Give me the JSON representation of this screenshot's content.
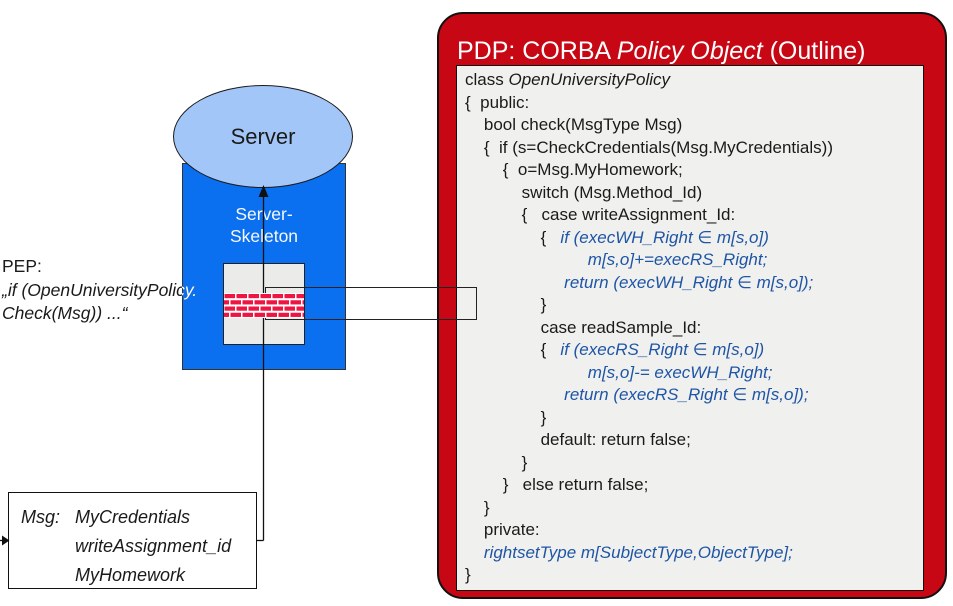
{
  "diagram": {
    "server": {
      "label": "Server",
      "skeleton_line1": "Server-",
      "skeleton_line2": "Skeleton"
    },
    "pep": {
      "label": "PEP:",
      "line2": "„if (OpenUniversityPolicy.",
      "line3": "Check(Msg)) ...“"
    },
    "msg": {
      "label": "Msg:",
      "items": [
        "MyCredentials",
        "writeAssignment_id",
        "MyHomework"
      ]
    },
    "icons": {
      "firewall": "brick-wall-icon",
      "up_arrow": "arrow-up-icon",
      "in_arrow": "arrow-right-icon"
    }
  },
  "pdp": {
    "title_pre": "PDP: CORBA ",
    "title_italic": "Policy Object",
    "title_post": " (Outline)",
    "code_lines": [
      [
        {
          "s": "p",
          "t": "class "
        },
        {
          "s": "i",
          "t": "OpenUniversityPolicy"
        }
      ],
      [
        {
          "s": "p",
          "t": "{  public:"
        }
      ],
      [
        {
          "s": "p",
          "t": "    bool check(MsgType Msg)"
        }
      ],
      [
        {
          "s": "p",
          "t": "    {  if (s=CheckCredentials(Msg.MyCredentials))"
        }
      ],
      [
        {
          "s": "p",
          "t": "        {  o=Msg.MyHomework;"
        }
      ],
      [
        {
          "s": "p",
          "t": "            switch (Msg.Method_Id)"
        }
      ],
      [
        {
          "s": "p",
          "t": "            {   case writeAssignment_Id:"
        }
      ],
      [
        {
          "s": "p",
          "t": "                {   "
        },
        {
          "s": "b",
          "t": "if (execWH_Right ∈ m[s,o])"
        }
      ],
      [
        {
          "s": "b",
          "t": "                          m[s,o]+=execRS_Right;"
        }
      ],
      [
        {
          "s": "b",
          "t": "                     return (execWH_Right ∈ m[s,o]);"
        }
      ],
      [
        {
          "s": "p",
          "t": "                }"
        }
      ],
      [
        {
          "s": "p",
          "t": "                case readSample_Id:"
        }
      ],
      [
        {
          "s": "p",
          "t": "                {   "
        },
        {
          "s": "b",
          "t": "if (execRS_Right ∈ m[s,o])"
        }
      ],
      [
        {
          "s": "b",
          "t": "                          m[s,o]-= execWH_Right;"
        }
      ],
      [
        {
          "s": "b",
          "t": "                     return (execRS_Right ∈ m[s,o]);"
        }
      ],
      [
        {
          "s": "p",
          "t": "                }"
        }
      ],
      [
        {
          "s": "p",
          "t": "                default: return false;"
        }
      ],
      [
        {
          "s": "p",
          "t": "            }"
        }
      ],
      [
        {
          "s": "p",
          "t": "        }   else return false;"
        }
      ],
      [
        {
          "s": "p",
          "t": "    }"
        }
      ],
      [
        {
          "s": "p",
          "t": "    private:"
        }
      ],
      [
        {
          "s": "b",
          "t": "    rightsetType m[SubjectType,ObjectType];"
        }
      ],
      [
        {
          "s": "p",
          "t": "}"
        }
      ]
    ]
  },
  "colors": {
    "blue": "#0a70f0",
    "ellipse": "#a3c6f8",
    "red": "#c70714",
    "codeblue": "#1e55a5",
    "brick": "#ee1543",
    "codebg": "#f0f0ee"
  }
}
